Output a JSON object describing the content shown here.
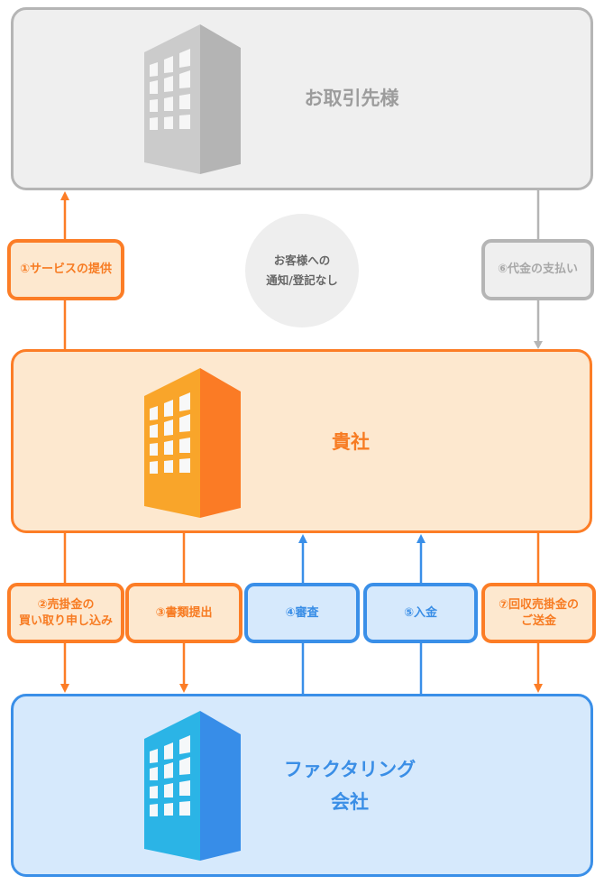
{
  "entities": {
    "client": {
      "label": "お取引先様",
      "icon": "building-icon"
    },
    "your_company": {
      "label": "貴社",
      "icon": "building-icon"
    },
    "factoring_company": {
      "label_line1": "ファクタリング",
      "label_line2": "会社",
      "icon": "building-icon"
    }
  },
  "note": {
    "line1": "お客様への",
    "line2": "通知/登記なし"
  },
  "steps": {
    "s1": {
      "line1": "①サービスの提供"
    },
    "s2": {
      "line1": "②売掛金の",
      "line2": "買い取り申し込み"
    },
    "s3": {
      "line1": "③書類提出"
    },
    "s4": {
      "line1": "④審査"
    },
    "s5": {
      "line1": "⑤入金"
    },
    "s6": {
      "line1": "⑥代金の支払い"
    },
    "s7": {
      "line1": "⑦回収売掛金の",
      "line2": "ご送金"
    }
  },
  "colors": {
    "orange": "#fc7d26",
    "orange_bg": "#fde8cf",
    "blue": "#3a8fe8",
    "blue_bg": "#d6e9fc",
    "grey": "#b5b5b5",
    "grey_bg": "#efefef"
  }
}
